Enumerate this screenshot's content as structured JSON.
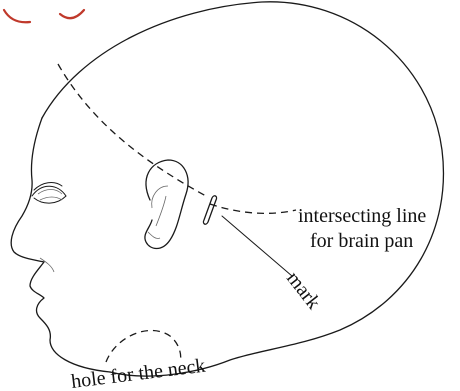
{
  "labels": {
    "intersecting_line_1": "intersecting line",
    "intersecting_line_2": "for brain pan",
    "mark": "mark",
    "neck_hole": "hole for the neck"
  },
  "colors": {
    "line": "#1a1a1a",
    "shading": "#6a6a6a",
    "corner_fragment": "#c0392b"
  }
}
